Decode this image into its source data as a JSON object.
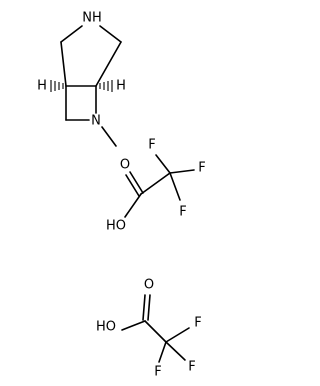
{
  "bicycle": {
    "amine_nh": "NH",
    "amine_n": "N",
    "h_left": "H",
    "h_right": "H"
  },
  "tfa_1": {
    "oxygen": "O",
    "hydroxyl": "HO",
    "fluorine_top_left": "F",
    "fluorine_top_right": "F",
    "fluorine_bottom": "F"
  },
  "tfa_2": {
    "oxygen": "O",
    "hydroxyl": "HO",
    "fluorine_right": "F",
    "fluorine_bottom_left": "F",
    "fluorine_bottom_right": "F"
  }
}
